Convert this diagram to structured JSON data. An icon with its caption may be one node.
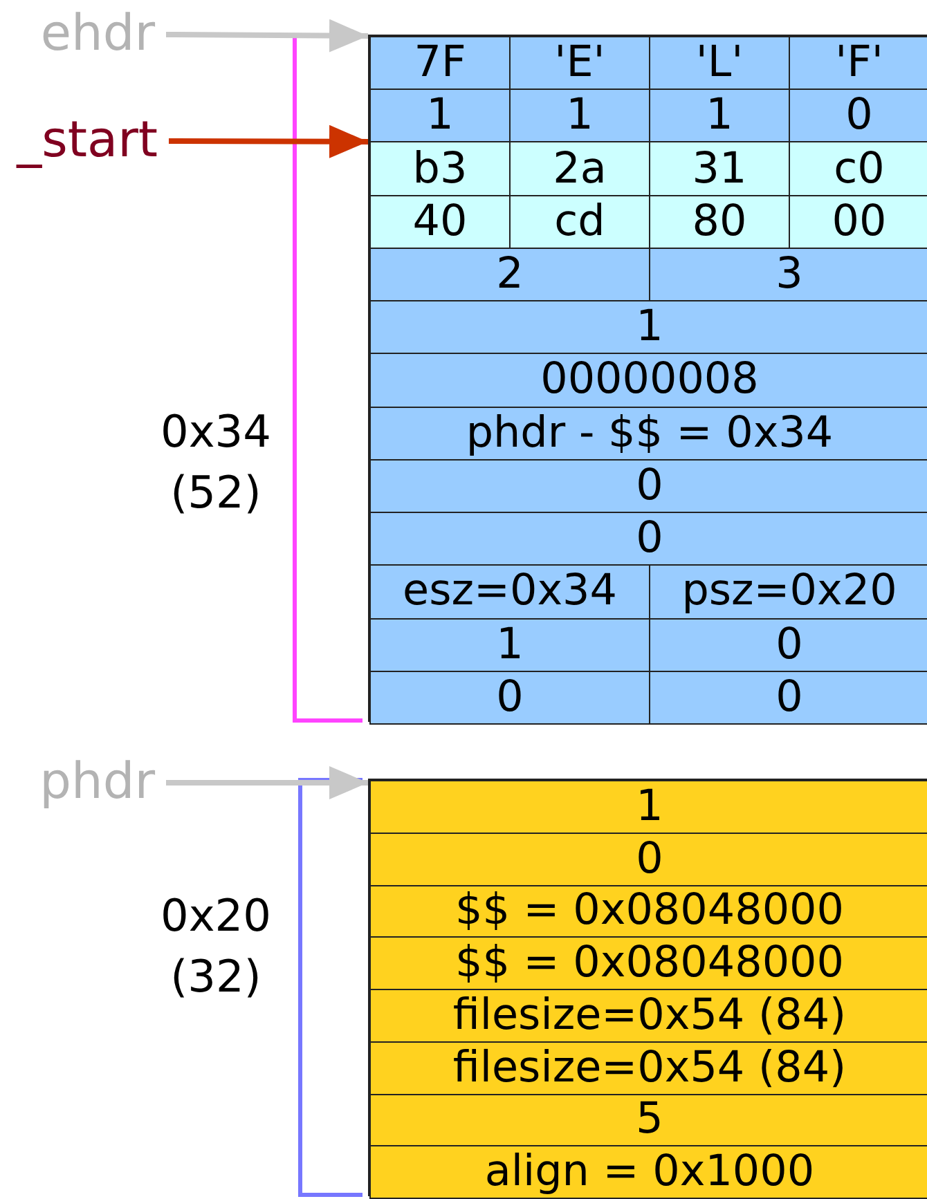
{
  "diagram": {
    "nodes": [
      {
        "text": [
          "ehdr"
        ]
      },
      {
        "text": [
          "_start"
        ]
      },
      {
        "text": [
          "phdr"
        ]
      },
      {
        "text": [],
        "shape": "box"
      },
      {
        "text": [
          "7F"
        ],
        "in": 3
      },
      {
        "text": [
          "'E'"
        ],
        "in": 3
      },
      {
        "text": [
          "'L'"
        ],
        "in": 3
      },
      {
        "text": [
          "'F'"
        ],
        "in": 3
      },
      {
        "text": [
          "1"
        ],
        "in": 3
      },
      {
        "text": [
          "1"
        ],
        "in": 3
      },
      {
        "text": [
          "1"
        ],
        "in": 3
      },
      {
        "text": [
          "0"
        ],
        "in": 3
      },
      {
        "text": [
          "b3"
        ],
        "in": 3
      },
      {
        "text": [
          "2a"
        ],
        "in": 3
      },
      {
        "text": [
          "31"
        ],
        "in": 3
      },
      {
        "text": [
          "c0"
        ],
        "in": 3
      },
      {
        "text": [
          "40"
        ],
        "in": 3
      },
      {
        "text": [
          "cd"
        ],
        "in": 3
      },
      {
        "text": [
          "80"
        ],
        "in": 3
      },
      {
        "text": [
          "00"
        ],
        "in": 3
      },
      {
        "text": [
          "2"
        ],
        "in": 3
      },
      {
        "text": [
          "3"
        ],
        "in": 3
      },
      {
        "text": [
          "1"
        ],
        "in": 3
      },
      {
        "text": [
          "00000008"
        ],
        "in": 3
      },
      {
        "text": [
          "phdr - $$ = 0x34"
        ],
        "in": 3
      },
      {
        "text": [
          "0"
        ],
        "in": 3
      },
      {
        "text": [
          "0"
        ],
        "in": 3
      },
      {
        "text": [
          "esz=0x34"
        ],
        "in": 3
      },
      {
        "text": [
          "psz=0x20"
        ],
        "in": 3
      },
      {
        "text": [
          "1"
        ],
        "in": 3
      },
      {
        "text": [
          "0"
        ],
        "in": 3
      },
      {
        "text": [
          "0"
        ],
        "in": 3
      },
      {
        "text": [
          "0"
        ],
        "in": 3
      },
      {
        "text": [],
        "shape": "box"
      },
      {
        "text": [
          "1"
        ],
        "in": 33
      },
      {
        "text": [
          "0"
        ],
        "in": 33
      },
      {
        "text": [
          "$$ = 0x08048000"
        ],
        "in": 33
      },
      {
        "text": [
          "$$ = 0x08048000"
        ],
        "in": 33
      },
      {
        "text": [
          "filesize=0x54 (84)"
        ],
        "in": 33
      },
      {
        "text": [
          "filesize=0x54 (84)"
        ],
        "in": 33
      },
      {
        "text": [
          "5"
        ],
        "in": 33
      },
      {
        "text": [
          "align = 0x1000"
        ],
        "in": 33
      }
    ],
    "edges": [
      {
        "from": 0,
        "to": 3,
        "arrow": "to"
      },
      {
        "from": 1,
        "to": 12,
        "arrow": "to",
        "color": "#cc3300"
      },
      {
        "from": 2,
        "to": 33,
        "arrow": "to"
      }
    ],
    "labels": [
      "0x34 (52)",
      "0x20 (32)"
    ]
  }
}
